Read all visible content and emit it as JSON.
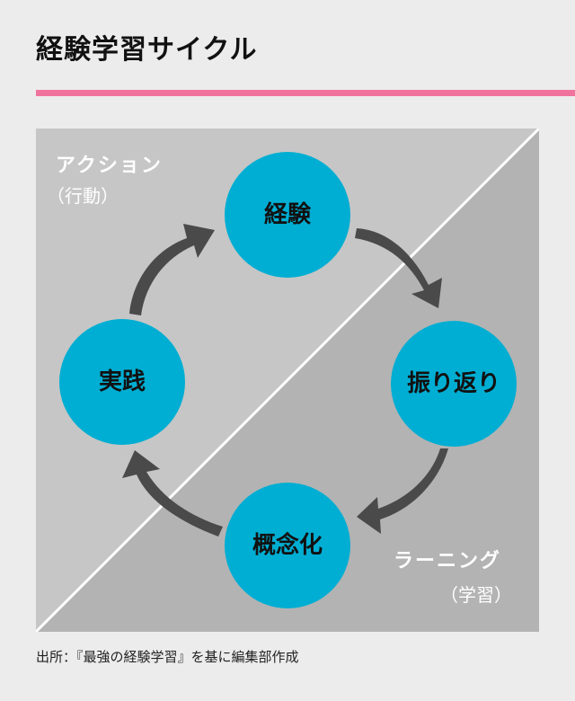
{
  "header": {
    "title": "経験学習サイクル"
  },
  "regions": {
    "action": {
      "label": "アクション",
      "sub": "（行動）"
    },
    "learning": {
      "label": "ラーニング",
      "sub": "（学習）"
    }
  },
  "cycle": {
    "experience": "経験",
    "reflection": "振り返り",
    "conceptualization": "概念化",
    "practice": "実践"
  },
  "footer": {
    "source": "出所：『最強の経験学習』を基に編集部作成"
  },
  "colors": {
    "accent_rule": "#f0739d",
    "circle_fill": "#00aed3",
    "arrow_fill": "#4a4a4a",
    "panel_light": "#c6c6c6",
    "panel_dark": "#b3b3b3",
    "background": "#ececec"
  }
}
